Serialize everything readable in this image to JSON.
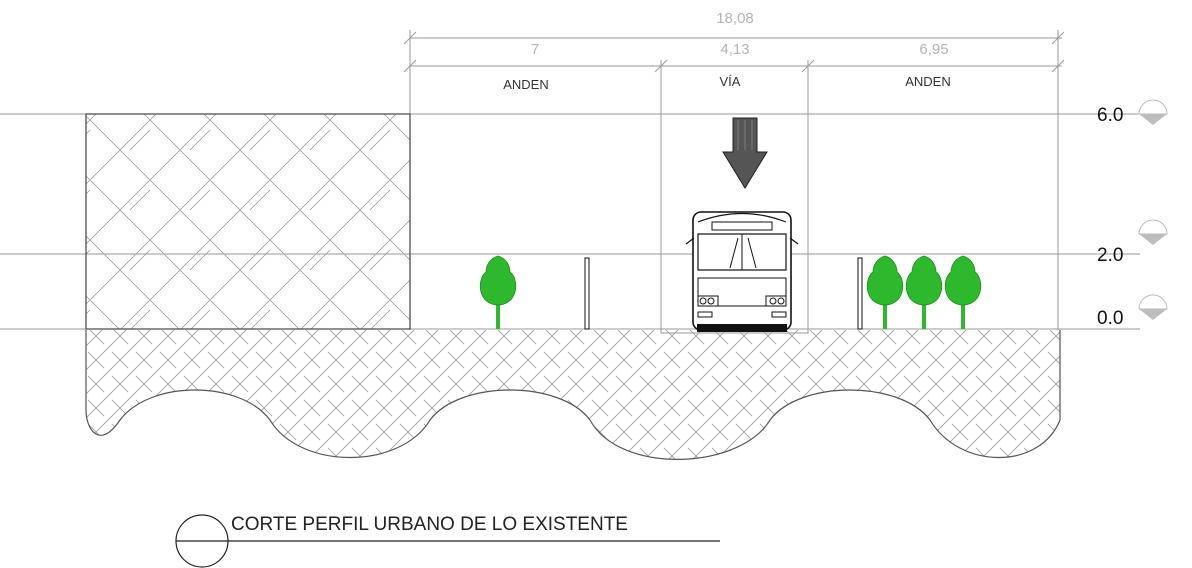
{
  "dimensions": {
    "total": "18,08",
    "left_anden": "7",
    "via": "4,13",
    "right_anden": "6,95"
  },
  "zones": {
    "left": "ANDEN",
    "center": "VÍA",
    "right": "ANDEN"
  },
  "levels": {
    "top": "6.0",
    "middle": "2.0",
    "ground": "0.0"
  },
  "title": "CORTE PERFIL URBANO DE LO EXISTENTE",
  "colors": {
    "tree_green": "#2eb82e",
    "line_gray": "#9a9a9a",
    "arrow_dark": "#555555",
    "marker_gray": "#bdbdbd"
  },
  "icons": {
    "tree": "tree-icon",
    "bus": "bus-icon",
    "arrow": "down-arrow-icon",
    "level_marker": "level-marker-icon"
  }
}
